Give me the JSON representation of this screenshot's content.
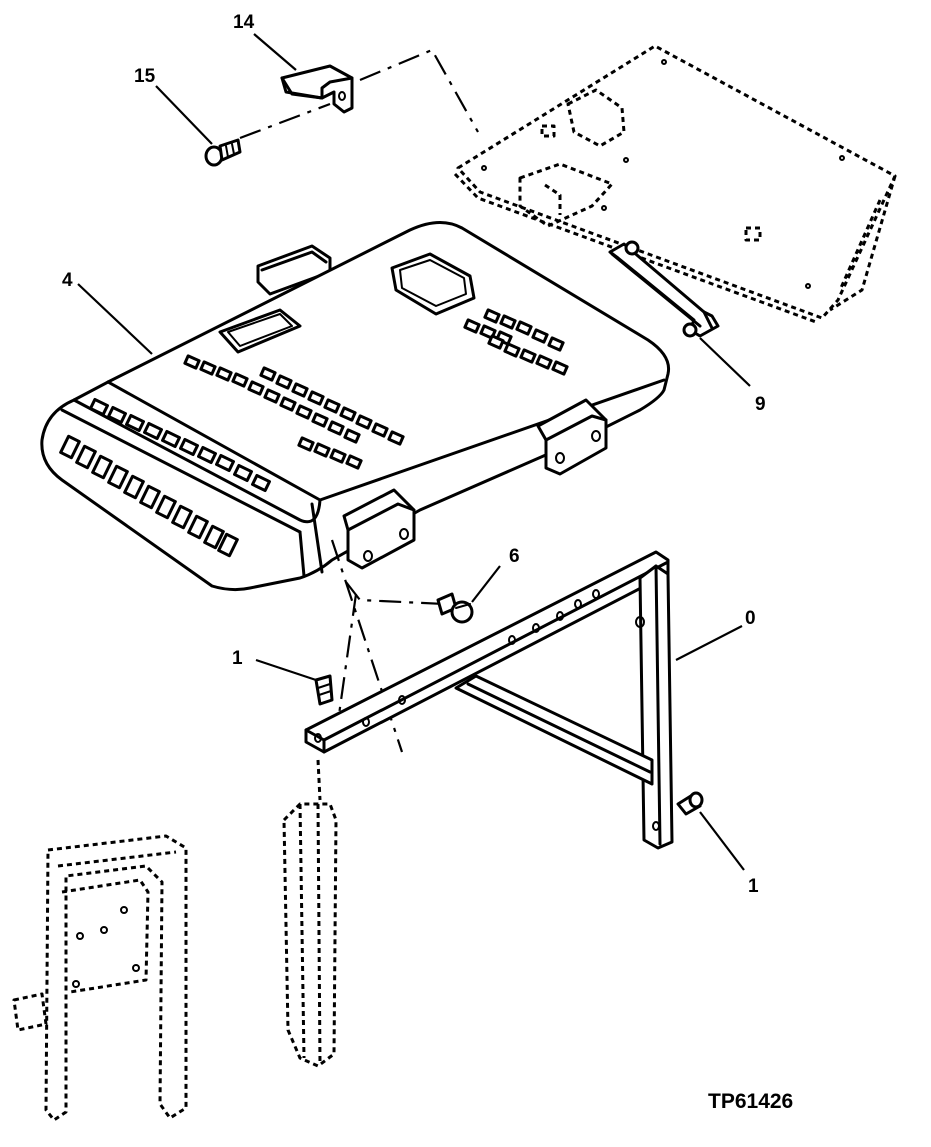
{
  "callouts": {
    "c14": "14",
    "c15": "15",
    "c4": "4",
    "c9": "9",
    "c6": "6",
    "c0": "0",
    "c1a": "1",
    "c1b": "1"
  },
  "figure_ref": "TP61426"
}
